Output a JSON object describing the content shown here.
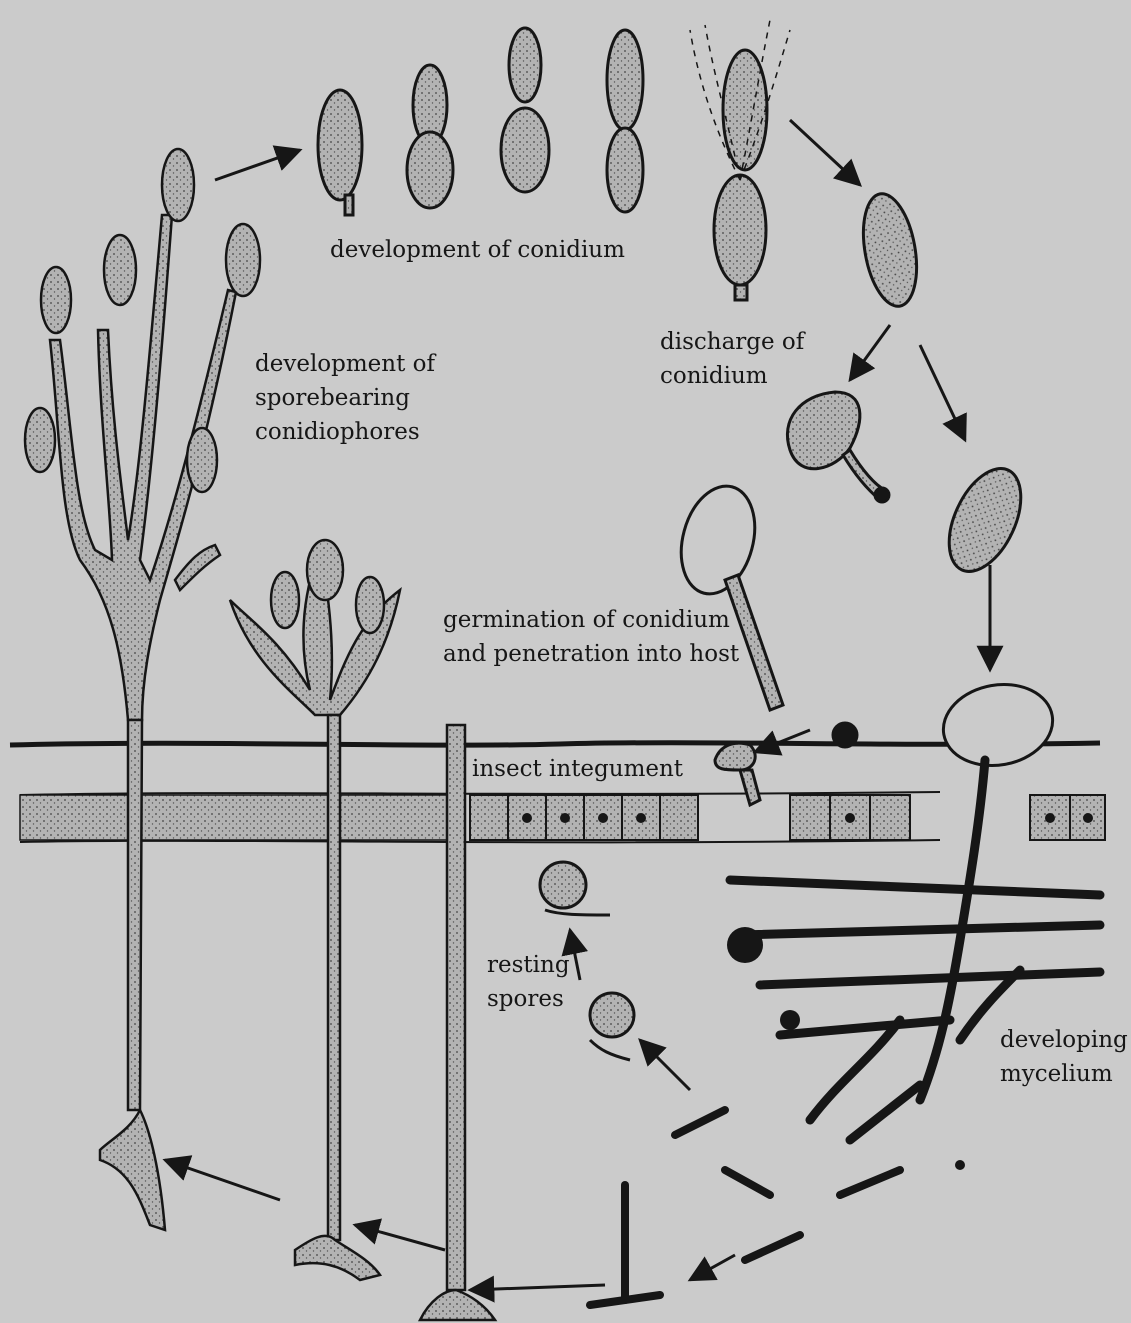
{
  "labels": {
    "development_of_conidium": "development of conidium",
    "discharge": [
      "discharge of",
      "conidium"
    ],
    "sporebearing": [
      "development of",
      "sporebearing",
      "conidiophores"
    ],
    "germination": [
      "germination of conidium",
      "and penetration into host"
    ],
    "integument": "insect integument",
    "resting": [
      "resting",
      "spores"
    ],
    "mycelium": [
      "developing",
      "mycelium"
    ]
  },
  "colors": {
    "background": "#cbcbcb",
    "ink": "#161616",
    "stipple": "#a9a9a9"
  }
}
